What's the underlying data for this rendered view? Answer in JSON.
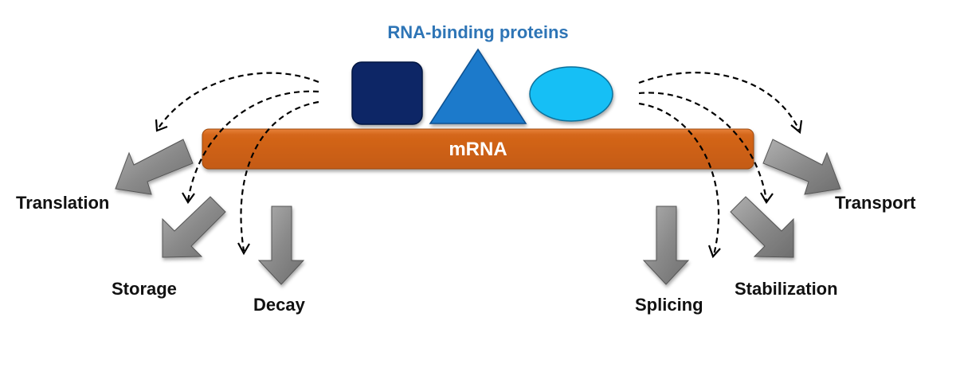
{
  "title": "RNA-binding proteins",
  "colors": {
    "title": "#2e75b6",
    "mrna": "#d46518",
    "square": "#0b2566",
    "triangle": "#1a7acb",
    "ellipse": "#17bff5",
    "arrow": "#8c8c8c"
  },
  "proteins": [
    "square",
    "triangle",
    "ellipse"
  ],
  "mrna": {
    "label": "mRNA"
  },
  "processes": {
    "translation": "Translation",
    "storage": "Storage",
    "decay": "Decay",
    "splicing": "Splicing",
    "stabilization": "Stabilization",
    "transport": "Transport"
  }
}
